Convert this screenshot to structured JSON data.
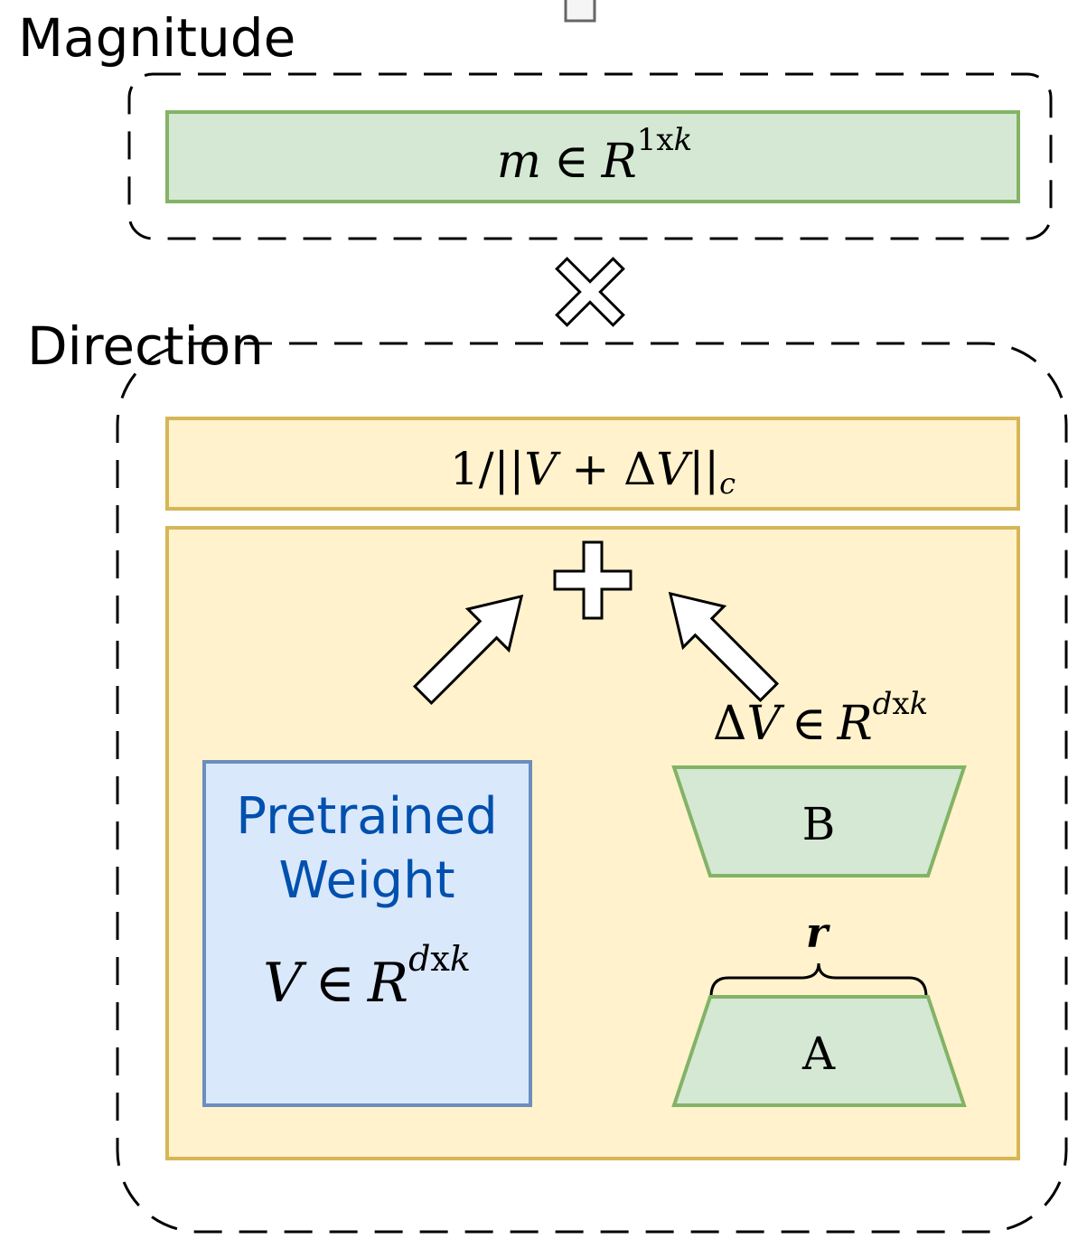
{
  "magnitude": {
    "label": "Magnitude",
    "vector": {
      "var": "m",
      "in": "∈",
      "set": "R",
      "sup_num": "1",
      "sup_x": "x",
      "sup_k": "k"
    }
  },
  "operator_multiply": "×",
  "direction": {
    "label": "Direction",
    "norm": {
      "one": "1/||",
      "v": "V",
      "plus": " + Δ",
      "v2": "V",
      "bars": "||",
      "sub": "c"
    },
    "operator_add": "+",
    "pretrained": {
      "line1": "Pretrained",
      "line2": "Weight",
      "var": "V",
      "in": "∈",
      "set": "R",
      "sup_d": "d",
      "sup_x": "x",
      "sup_k": "k"
    },
    "delta": {
      "delta": "Δ",
      "var": "V",
      "in": "∈",
      "set": "R",
      "sup_d": "d",
      "sup_x": "x",
      "sup_k": "k"
    },
    "matrix_b": "B",
    "matrix_a": "A",
    "rank": "r"
  },
  "colors": {
    "green_fill": "#d5e8d4",
    "green_stroke": "#82b366",
    "yellow_fill": "#fff2cc",
    "yellow_stroke": "#d6b656",
    "blue_fill": "#dae8fc",
    "blue_stroke": "#6c8ebf",
    "blue_text": "#0050ae"
  }
}
